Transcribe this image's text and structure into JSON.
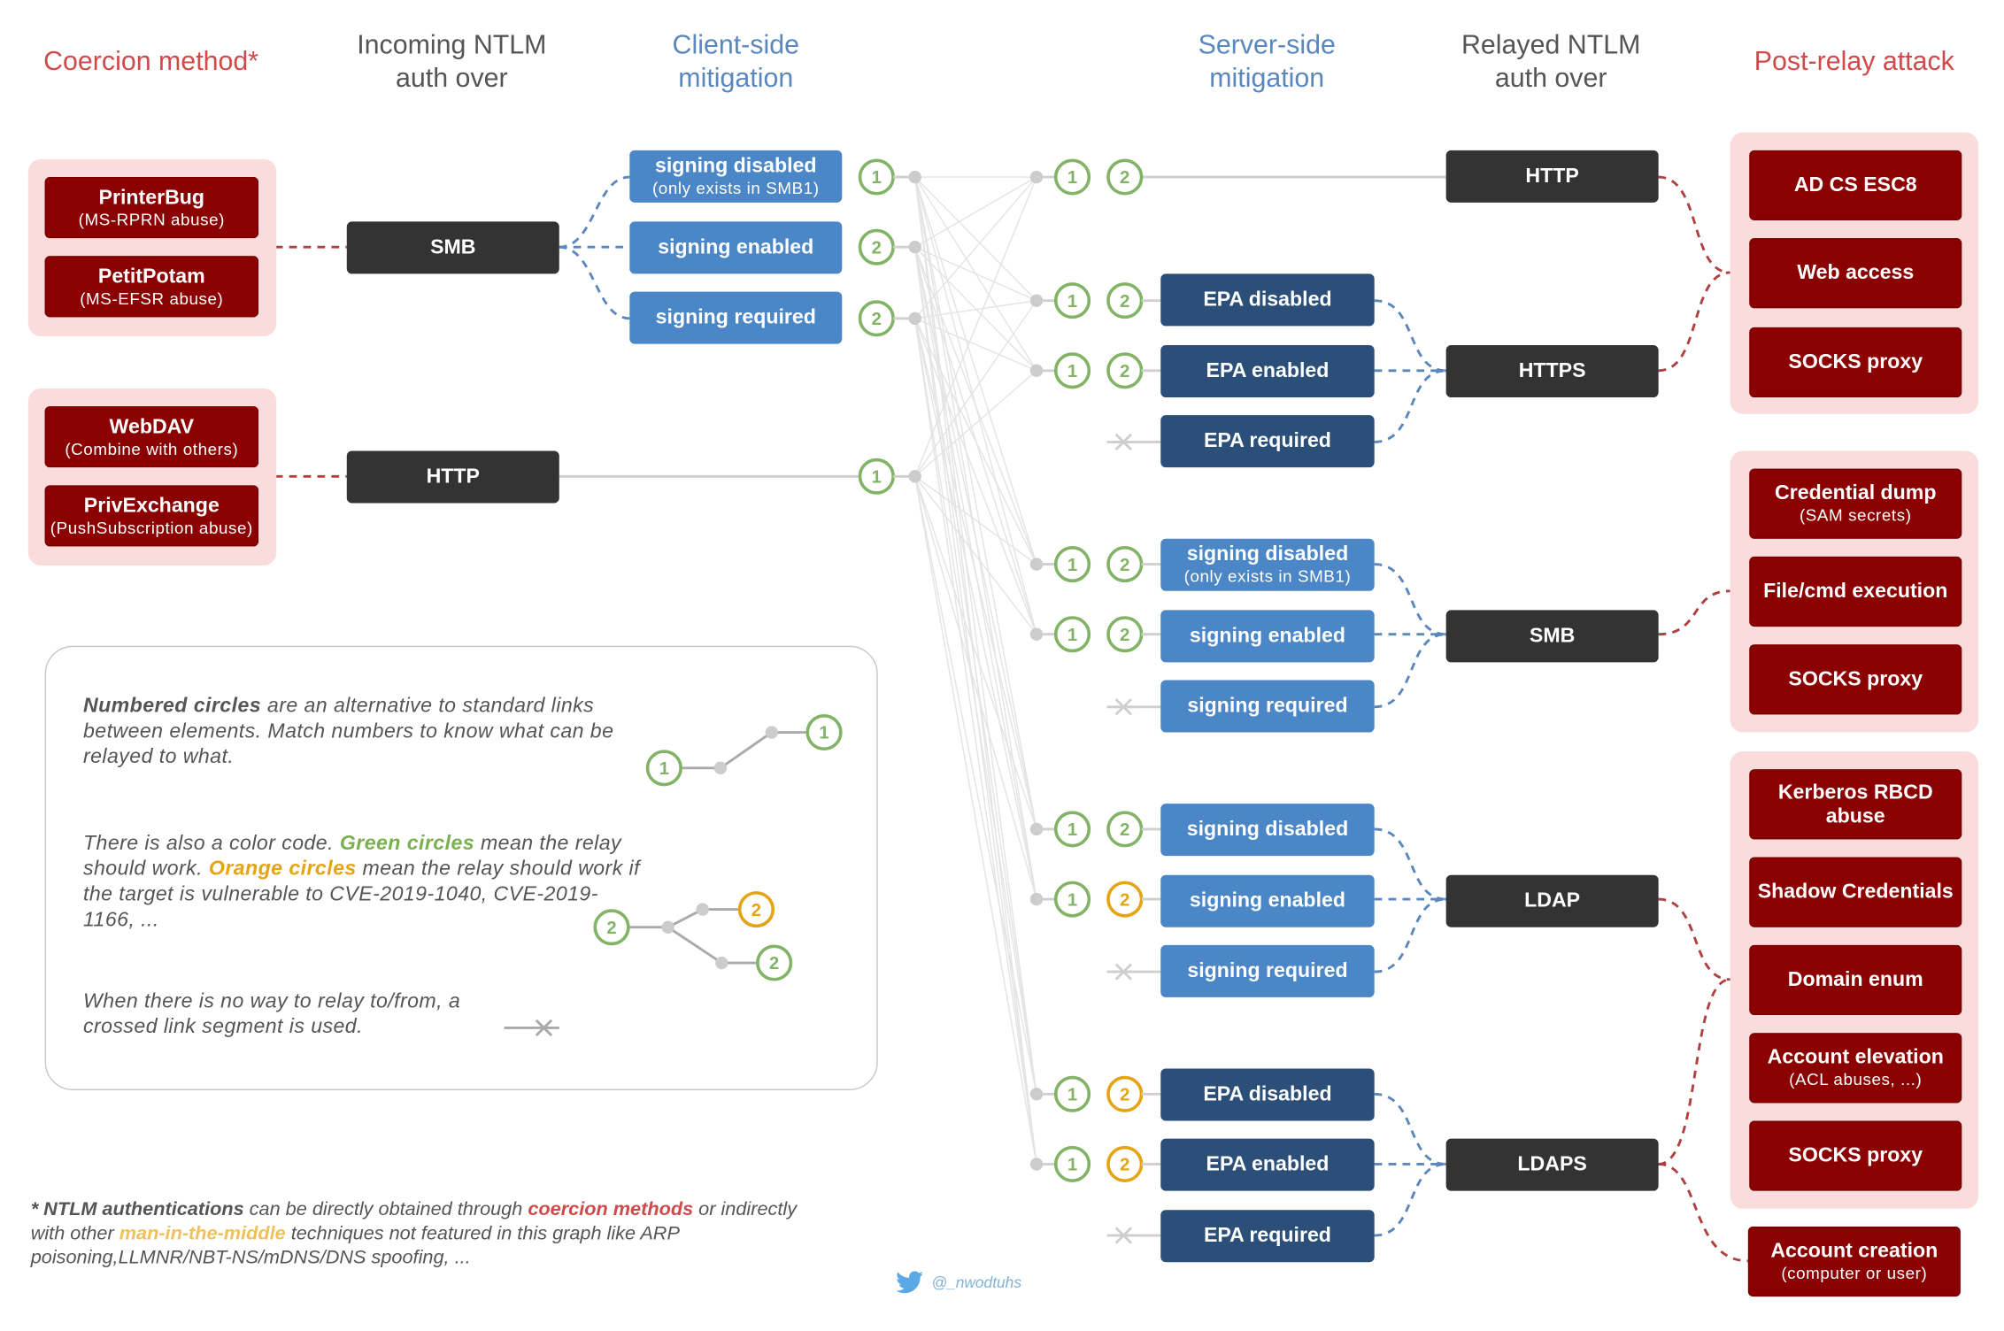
{
  "headers": {
    "coercion": "Coercion method*",
    "incoming": "Incoming NTLM\nauth over",
    "client": "Client-side\nmitigation",
    "server": "Server-side\nmitigation",
    "relayed": "Relayed NTLM\nauth over",
    "post": "Post-relay attack"
  },
  "coercion": [
    {
      "title": "PrinterBug",
      "sub": "(MS-RPRN abuse)"
    },
    {
      "title": "PetitPotam",
      "sub": "(MS-EFSR abuse)"
    },
    {
      "title": "WebDAV",
      "sub": "(Combine with others)"
    },
    {
      "title": "PrivExchange",
      "sub": "(PushSubscription abuse)"
    }
  ],
  "incoming": [
    "SMB",
    "HTTP"
  ],
  "client": [
    {
      "title": "signing disabled",
      "sub": "(only exists in SMB1)"
    },
    {
      "title": "signing enabled"
    },
    {
      "title": "signing required"
    }
  ],
  "server": {
    "https": [
      "EPA disabled",
      "EPA enabled",
      "EPA required"
    ],
    "smb": [
      {
        "title": "signing disabled",
        "sub": "(only exists in SMB1)"
      },
      {
        "title": "signing enabled"
      },
      {
        "title": "signing required"
      }
    ],
    "ldap": [
      "signing disabled",
      "signing enabled",
      "signing required"
    ],
    "ldaps": [
      "EPA disabled",
      "EPA enabled",
      "EPA required"
    ]
  },
  "relayed": [
    "HTTP",
    "HTTPS",
    "SMB",
    "LDAP",
    "LDAPS"
  ],
  "post": {
    "http": [
      "AD CS ESC8",
      "Web access",
      "SOCKS proxy"
    ],
    "smb": [
      {
        "title": "Credential dump",
        "sub": "(SAM secrets)"
      },
      {
        "title": "File/cmd execution"
      },
      {
        "title": "SOCKS proxy"
      }
    ],
    "ldap": [
      {
        "title": "Kerberos RBCD\nabuse"
      },
      {
        "title": "Shadow Credentials"
      },
      {
        "title": "Domain enum"
      },
      {
        "title": "Account elevation",
        "sub": "(ACL abuses, ...)"
      },
      {
        "title": "SOCKS proxy"
      }
    ],
    "extra": {
      "title": "Account creation",
      "sub": "(computer or user)"
    }
  },
  "circle_labels": {
    "one": "1",
    "two": "2"
  },
  "legend": {
    "p1_bold": "Numbered circles",
    "p1_rest": " are an alternative to standard links between elements. Match numbers to know what can be relayed to what.",
    "p2_a": "There is also a color code. ",
    "p2_green": "Green circles",
    "p2_b": " mean the relay should work. ",
    "p2_orange": "Orange circles",
    "p2_c": " mean the relay should work if the target is vulnerable to CVE-2019-1040, CVE-2019-1166, ...",
    "p3": "When there is no way to relay to/from, a crossed link segment is used."
  },
  "footnote": {
    "star": "* NTLM authentications",
    "a": " can be directly obtained through ",
    "coercion": "coercion methods",
    "b": " or indirectly with other ",
    "mitm": "man-in-the-middle",
    "c": " techniques not featured in this graph like ARP poisoning,LLMNR/NBT-NS/mDNS/DNS spoofing, ..."
  },
  "credit": "@_nwodtuhs",
  "colors": {
    "green": "#82b366",
    "orange": "#e5a414",
    "coercion": "#8b0000",
    "dark": "#333333",
    "lightblue": "#4b86c6",
    "navy": "#2b4f78",
    "dash_red": "#b04040",
    "dash_blue": "#5b87bf"
  }
}
